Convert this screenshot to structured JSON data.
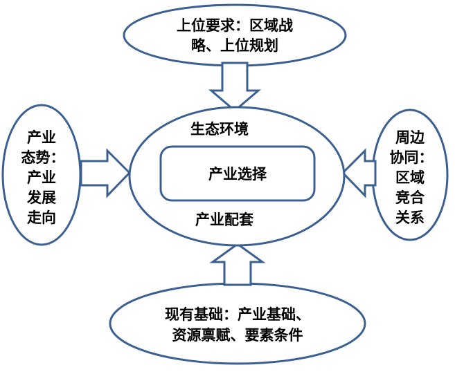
{
  "colors": {
    "stroke": "#3C5F91",
    "fill": "#FFFFFF",
    "text": "#000000"
  },
  "top": {
    "line1": "上位要求：区域战",
    "line2": "略、上位规划"
  },
  "left": {
    "line1": "产业",
    "line2": "态势：",
    "line3": "产业",
    "line4": "发展",
    "line5": "走向"
  },
  "right": {
    "line1": "周边",
    "line2": "协同：",
    "line3": "区域",
    "line4": "竞合",
    "line5": "关系"
  },
  "bottom": {
    "line1": "现有基础：产业基础、",
    "line2": "资源禀赋、要素条件"
  },
  "center": {
    "top_label": "生态环境",
    "box_label": "产业选择",
    "bottom_label": "产业配套"
  }
}
